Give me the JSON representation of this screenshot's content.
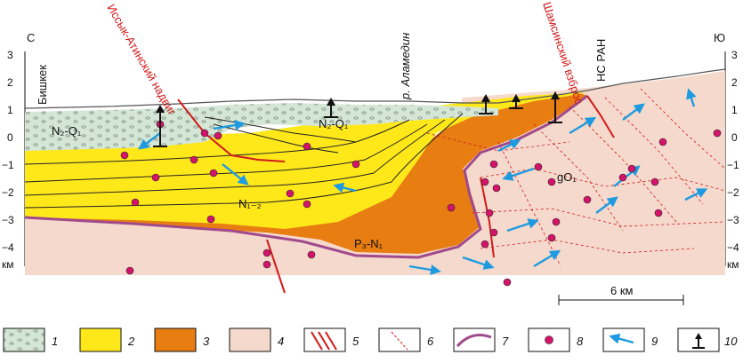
{
  "direction": {
    "left": "С",
    "right": "Ю"
  },
  "y_axis": {
    "ticks": [
      "3",
      "2",
      "1",
      "0",
      "−1",
      "−2",
      "−3",
      "−4"
    ],
    "unit": "км"
  },
  "place_labels": {
    "bishkek": "Бишкек",
    "alamedin": "р. Аламедин",
    "station": "НС РАН"
  },
  "fault_labels": {
    "issyk_ata": "Иссык-Атинский надвиг",
    "shamsi": "Шамсинский взброс"
  },
  "unit_labels": {
    "n2q1_left": "N₂-Q₁",
    "n2q1_mid": "N₂-Q₁",
    "n12": "N₁₋₂",
    "p3n1": "P₃-N₁",
    "go1": "gO₁"
  },
  "scale_bar": {
    "label": "6 км"
  },
  "legend": [
    {
      "num": "1",
      "kind": "conglomerate",
      "color": "#d4e6d6"
    },
    {
      "num": "2",
      "kind": "neogene",
      "color": "#ffe81a"
    },
    {
      "num": "3",
      "kind": "paleogene",
      "color": "#e87d12"
    },
    {
      "num": "4",
      "kind": "basement",
      "color": "#f5d9cc"
    },
    {
      "num": "5",
      "kind": "fault-major",
      "color": "#d11a1a"
    },
    {
      "num": "6",
      "kind": "fault-minor",
      "color": "#d11a1a"
    },
    {
      "num": "7",
      "kind": "boundary",
      "color": "#a04a8c"
    },
    {
      "num": "8",
      "kind": "earthquake",
      "color": "#d6136b"
    },
    {
      "num": "9",
      "kind": "flow-arrow",
      "color": "#1e9be0"
    },
    {
      "num": "10",
      "kind": "uplift",
      "color": "#111111"
    }
  ],
  "colors": {
    "sediment": "#d4e6d6",
    "yellow": "#ffe81a",
    "orange": "#e87d12",
    "pink": "#f5d9cc",
    "fault": "#d11a1a",
    "boundary": "#a04a8c",
    "quake": "#d6136b",
    "arrow": "#1e9be0"
  }
}
